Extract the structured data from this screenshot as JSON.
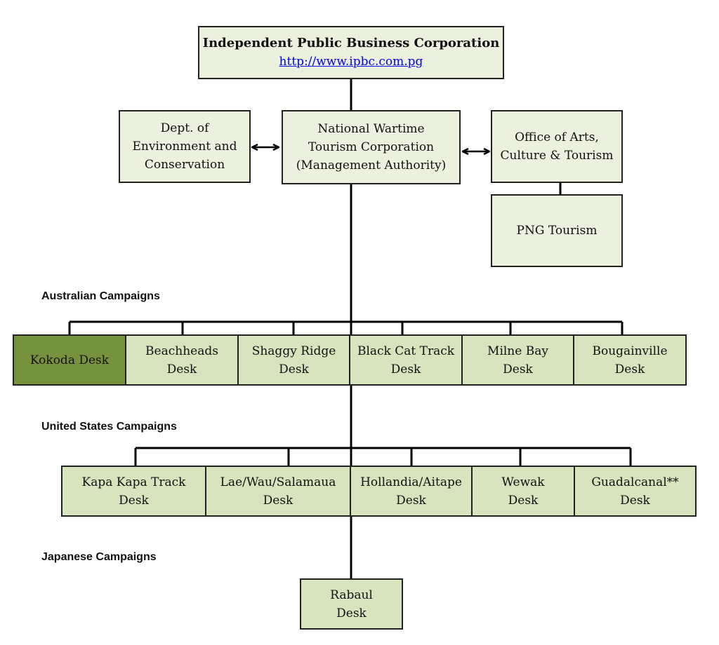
{
  "top": {
    "title": "Independent Public Business Corporation",
    "url": "http://www.ipbc.com.pg"
  },
  "dec": {
    "lines": [
      "Dept. of",
      "Environment and",
      "Conservation"
    ]
  },
  "nwtc": {
    "lines": [
      "National Wartime",
      "Tourism Corporation",
      "(Management Authority)"
    ]
  },
  "oact": {
    "lines": [
      "Office of Arts,",
      "Culture & Tourism"
    ]
  },
  "png": {
    "label": "PNG Tourism"
  },
  "australian": {
    "heading": "Australian Campaigns",
    "desks": [
      {
        "lines": [
          "Kokoda Desk"
        ]
      },
      {
        "lines": [
          "Beachheads",
          "Desk"
        ]
      },
      {
        "lines": [
          "Shaggy Ridge",
          "Desk"
        ]
      },
      {
        "lines": [
          "Black Cat Track",
          "Desk"
        ]
      },
      {
        "lines": [
          "Milne Bay",
          "Desk"
        ]
      },
      {
        "lines": [
          "Bougainville",
          "Desk"
        ]
      }
    ]
  },
  "us": {
    "heading": "United States Campaigns",
    "desks": [
      {
        "lines": [
          "Kapa Kapa Track",
          "Desk"
        ]
      },
      {
        "lines": [
          "Lae/Wau/Salamaua",
          "Desk"
        ]
      },
      {
        "lines": [
          "Hollandia/Aitape",
          "Desk"
        ]
      },
      {
        "lines": [
          "Wewak",
          "Desk"
        ]
      },
      {
        "lines": [
          "Guadalcanal**",
          "Desk"
        ]
      }
    ]
  },
  "japanese": {
    "heading": "Japanese Campaigns",
    "desks": [
      {
        "lines": [
          "Rabaul",
          "Desk"
        ]
      }
    ]
  },
  "colors": {
    "box_fill": "#ebf1de",
    "desk_fill": "#d7e4bd",
    "highlight_fill": "#76923c",
    "line": "#000000"
  }
}
